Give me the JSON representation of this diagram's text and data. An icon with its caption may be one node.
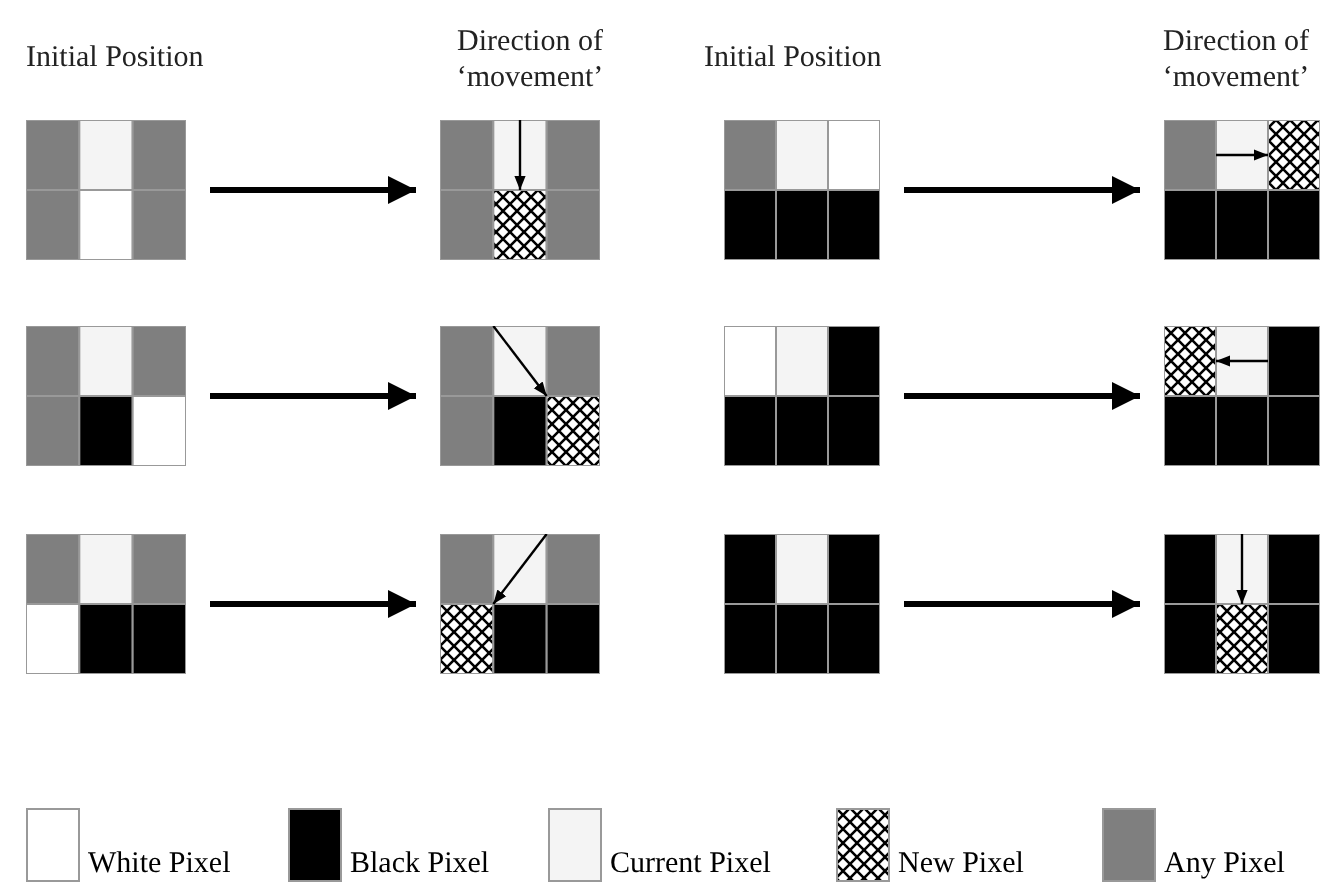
{
  "diagram": {
    "nodes": [
      {
        "text": [],
        "shape": "picture"
      },
      {
        "text": [],
        "shape": "picture"
      },
      {
        "text": [],
        "shape": "picture"
      },
      {
        "text": [],
        "shape": "picture"
      },
      {
        "text": [],
        "shape": "picture"
      },
      {
        "text": [],
        "shape": "picture"
      },
      {
        "text": [],
        "shape": "picture"
      },
      {
        "text": [],
        "shape": "picture"
      },
      {
        "text": [],
        "shape": "picture"
      },
      {
        "text": [],
        "shape": "picture"
      },
      {
        "text": [],
        "shape": "picture"
      },
      {
        "text": [],
        "shape": "picture"
      }
    ],
    "edges": [
      {
        "from": 0,
        "to": 1,
        "arrow": "to"
      },
      {
        "from": 2,
        "to": 3,
        "arrow": "to"
      },
      {
        "from": 4,
        "to": 5,
        "arrow": "to"
      },
      {
        "from": 6,
        "to": 7,
        "arrow": "to"
      },
      {
        "from": 8,
        "to": 9,
        "arrow": "to"
      },
      {
        "from": 10,
        "to": 11,
        "arrow": "to"
      }
    ],
    "labels": [
      "Initial Position",
      "Direction of ‘movement’",
      "Initial Position",
      "Direction of ‘movement’"
    ],
    "legend": [
      {
        "text": "White Pixel",
        "color": "#ffffff"
      },
      {
        "text": "Black Pixel",
        "color": "#000000"
      },
      {
        "text": "Current Pixel",
        "color": "#f4f4f4"
      },
      {
        "text": "New Pixel"
      },
      {
        "text": "Any Pixel",
        "color": "#7f7f7f"
      }
    ]
  }
}
